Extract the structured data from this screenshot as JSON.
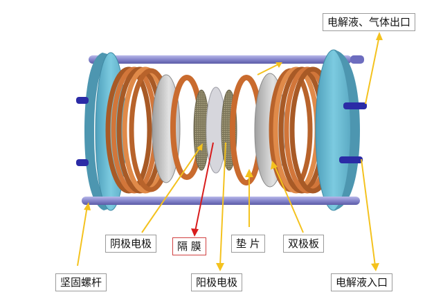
{
  "labels": {
    "outlet": "电解液、气体出口",
    "cathode": "阴极电极",
    "diaphragm": "隔 膜",
    "gasket": "垫 片",
    "bipolar_plate": "双极板",
    "bolt": "坚固螺杆",
    "anode": "阳极电极",
    "inlet": "电解液入口"
  },
  "colors": {
    "leader_yellow": "#f4c21e",
    "leader_red": "#d81c1c",
    "endplate": "#6fbcd4",
    "rod": "#8585cc",
    "copper": "#d2763a",
    "disc_gray": "#c8c8c8",
    "mesh": "#8a8466"
  }
}
